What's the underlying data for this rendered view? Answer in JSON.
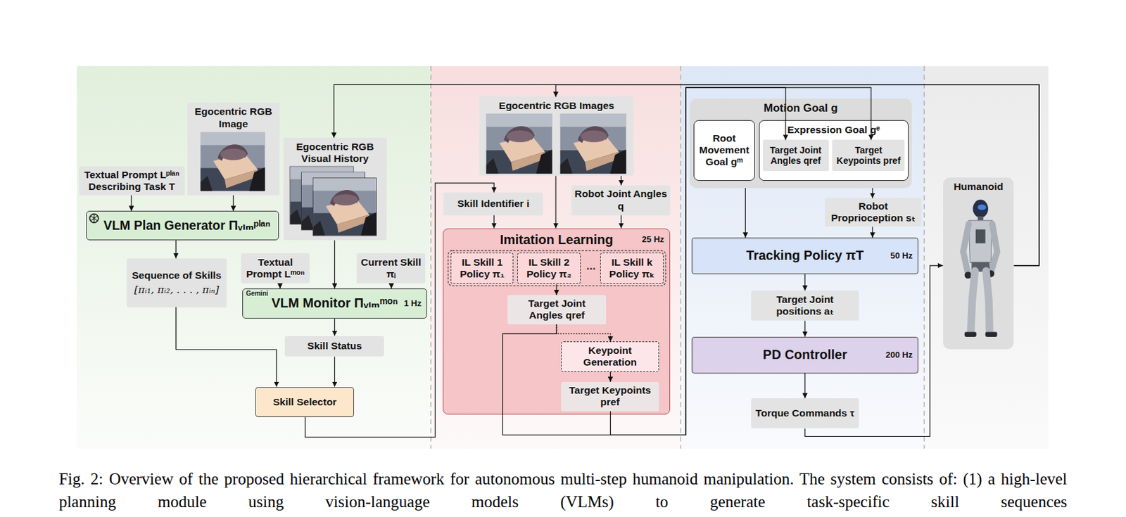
{
  "diagram": {
    "caption": "Fig. 2: Overview of the proposed hierarchical framework for autonomous multi-step humanoid manipulation. The system consists of: (1) a high-level planning module using vision-language models (VLMs) to generate task-specific skill sequences",
    "nodes": [
      {
        "text": [
          "Egocentric RGB Image"
        ]
      },
      {
        "text": [
          "Textual Prompt Lᵖˡᵃⁿ Describing Task T"
        ]
      },
      {
        "text": [
          "Egocentric RGB Visual History"
        ]
      },
      {
        "text": [
          "VLM Plan Generator Πᵥₗₘᵖˡᵃⁿ"
        ]
      },
      {
        "text": [
          "Sequence of Skills",
          "[πᵢ₁, πᵢ₂, . . . , πᵢₙ]"
        ]
      },
      {
        "text": [
          "Textual Prompt Lᵐᵒⁿ"
        ]
      },
      {
        "text": [
          "Current Skill πᵢ"
        ]
      },
      {
        "text": [
          "VLM Monitor Πᵥₗₘᵐᵒⁿ",
          "1 Hz"
        ]
      },
      {
        "text": [
          "Skill Status"
        ]
      },
      {
        "text": [
          "Skill Selector"
        ]
      },
      {
        "text": [
          "Egocentric RGB Images"
        ]
      },
      {
        "text": [
          "Skill Identifier i"
        ]
      },
      {
        "text": [
          "Robot Joint Angles q"
        ]
      },
      {
        "text": [
          "Imitation Learning",
          "25 Hz"
        ]
      },
      {
        "text": [
          "IL Skill 1 Policy π₁"
        ],
        "in": 13
      },
      {
        "text": [
          "IL Skill 2 Policy π₂"
        ],
        "in": 13
      },
      {
        "text": [
          "IL Skill k Policy πₖ"
        ],
        "in": 13
      },
      {
        "text": [
          "Target Joint Angles qref"
        ],
        "in": 13
      },
      {
        "text": [
          "Keypoint Generation"
        ],
        "in": 13
      },
      {
        "text": [
          "Target Keypoints pref"
        ],
        "in": 13
      },
      {
        "text": [
          "Motion Goal g"
        ]
      },
      {
        "text": [
          "Root Movement Goal gᵐ"
        ],
        "in": 20
      },
      {
        "text": [
          "Expression Goal gᵉ"
        ],
        "in": 20
      },
      {
        "text": [
          "Target Joint Angles qref"
        ],
        "in": 22
      },
      {
        "text": [
          "Target Keypoints pref"
        ],
        "in": 22
      },
      {
        "text": [
          "Robot Proprioception sₜ"
        ]
      },
      {
        "text": [
          "Tracking Policy πT",
          "50 Hz"
        ]
      },
      {
        "text": [
          "Target Joint positions aₜ"
        ]
      },
      {
        "text": [
          "PD Controller",
          "200 Hz"
        ]
      },
      {
        "text": [
          "Torque Commands τ"
        ]
      },
      {
        "text": [
          "Humanoid"
        ]
      }
    ],
    "edges": [
      {
        "from": 1,
        "to": 3,
        "arrow": "to"
      },
      {
        "from": 0,
        "to": 3,
        "arrow": "to"
      },
      {
        "from": 3,
        "to": 4,
        "arrow": "to"
      },
      {
        "from": 4,
        "to": 9,
        "arrow": "to"
      },
      {
        "from": 2,
        "to": 7,
        "arrow": "to"
      },
      {
        "from": 5,
        "to": 7,
        "arrow": "to"
      },
      {
        "from": 6,
        "to": 7,
        "arrow": "to"
      },
      {
        "from": 7,
        "to": 8,
        "arrow": "to"
      },
      {
        "from": 8,
        "to": 9,
        "arrow": "to"
      },
      {
        "from": 9,
        "to": 11,
        "arrow": "to"
      },
      {
        "from": 30,
        "to": 2,
        "arrow": "to"
      },
      {
        "from": 30,
        "to": 10,
        "arrow": "to"
      },
      {
        "from": 11,
        "to": 13,
        "arrow": "to"
      },
      {
        "from": 10,
        "to": 13,
        "arrow": "to"
      },
      {
        "from": 10,
        "to": 12,
        "arrow": "to"
      },
      {
        "from": 12,
        "to": 13,
        "arrow": "to"
      },
      {
        "from": 15,
        "to": 17,
        "arrow": "to"
      },
      {
        "from": 17,
        "to": 18,
        "arrow": "to"
      },
      {
        "from": 18,
        "to": 19,
        "arrow": "to"
      },
      {
        "from": 17,
        "to": 23,
        "arrow": "to"
      },
      {
        "from": 19,
        "to": 24,
        "arrow": "to"
      },
      {
        "from": 20,
        "to": 26,
        "arrow": "to"
      },
      {
        "from": 20,
        "to": 25,
        "arrow": "to"
      },
      {
        "from": 25,
        "to": 26,
        "arrow": "to"
      },
      {
        "from": 26,
        "to": 27,
        "arrow": "to"
      },
      {
        "from": 27,
        "to": 28,
        "arrow": "to"
      },
      {
        "from": 28,
        "to": 29,
        "arrow": "to"
      },
      {
        "from": 29,
        "to": 30,
        "arrow": "to"
      }
    ],
    "labels": [
      "Gemini",
      "..."
    ]
  }
}
